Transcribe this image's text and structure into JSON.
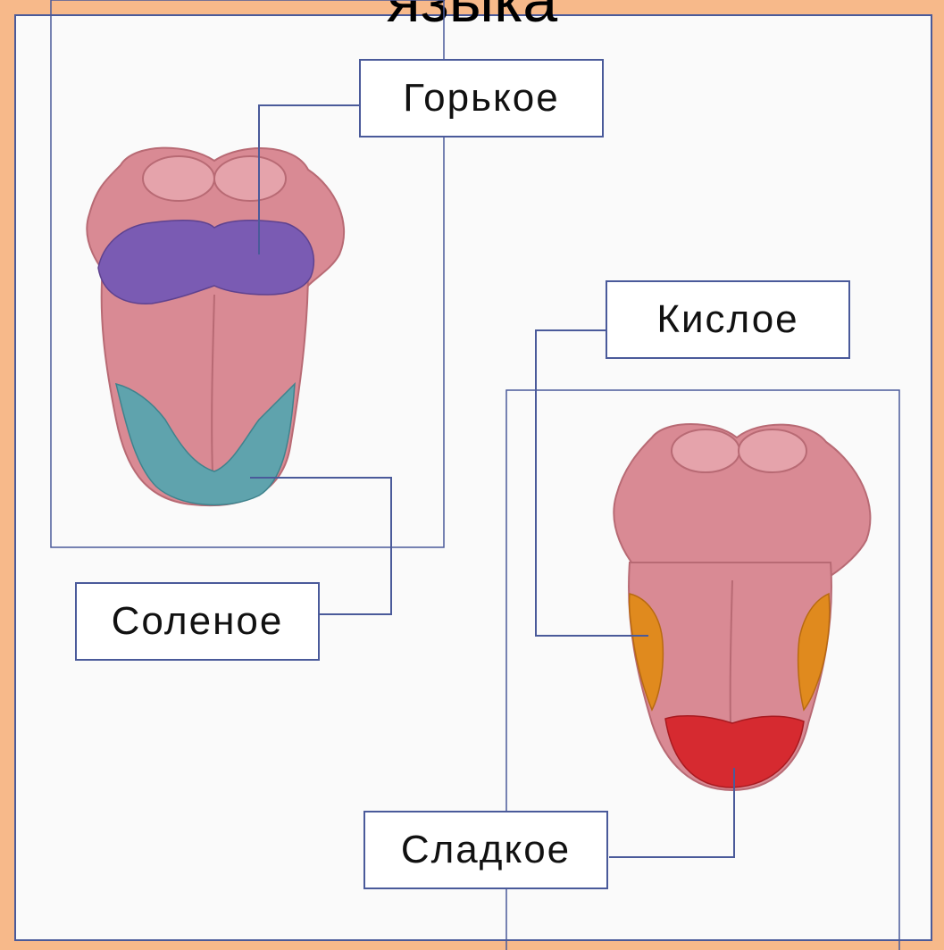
{
  "title": "языка",
  "labels": {
    "bitter": "Горькое",
    "sour": "Кислое",
    "salty": "Соленое",
    "sweet": "Сладкое"
  },
  "colors": {
    "background_border": "#f7b98a",
    "frame": "#4a5a9a",
    "tongue_pink": "#d98a94",
    "bitter_zone": "#7a5bb3",
    "salty_zone": "#5fa3ad",
    "sour_zone": "#e08a1e",
    "sweet_zone": "#d62a30"
  }
}
